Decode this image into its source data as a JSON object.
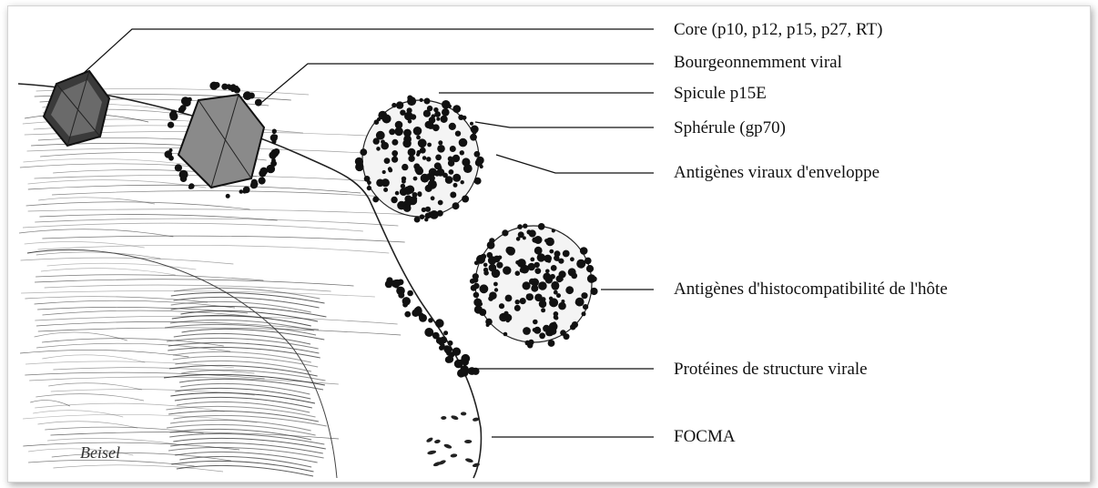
{
  "labels": {
    "core": "Core (p10, p12, p15, p27, RT)",
    "bourgeonnement": "Bourgeonnemment viral",
    "spicule": "Spicule p15E",
    "spherule": "Sphérule (gp70)",
    "antigenes_enveloppe": "Antigènes viraux d'enveloppe",
    "antigenes_histo": "Antigènes d'histocompatibilité de l'hôte",
    "proteines": "Protéines de structure virale",
    "focma": "FOCMA"
  },
  "signature": "Beisel",
  "colors": {
    "ink": "#111111",
    "background": "#ffffff"
  }
}
